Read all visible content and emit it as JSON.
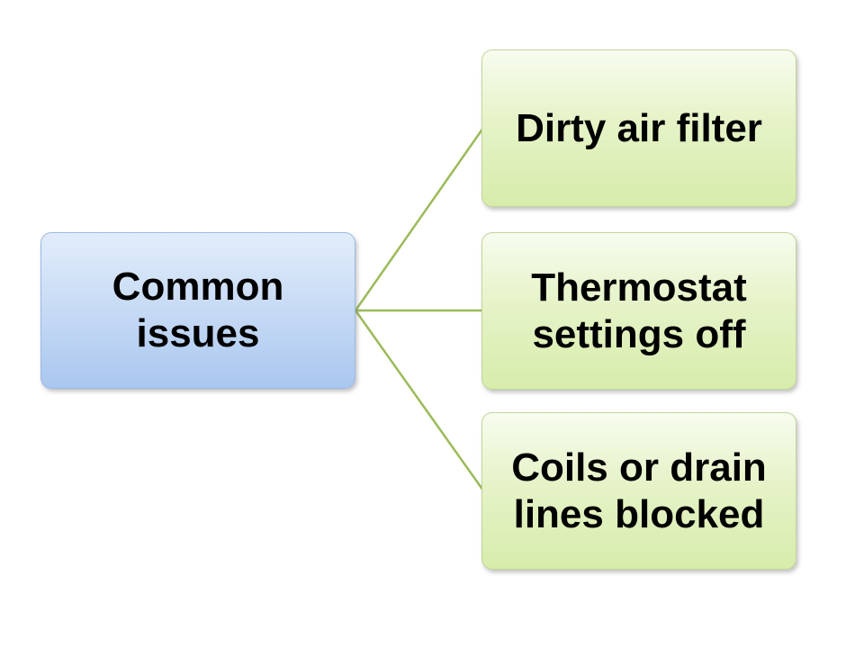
{
  "diagram": {
    "type": "hierarchy",
    "root": {
      "label": "Common issues"
    },
    "children": [
      {
        "label": "Dirty air filter"
      },
      {
        "label": "Thermostat settings off"
      },
      {
        "label": "Coils or drain lines blocked"
      }
    ],
    "colors": {
      "root_fill_top": "#e2edfb",
      "root_fill_bottom": "#aac7ef",
      "root_border": "#9cb9e6",
      "child_fill_top": "#f7fcef",
      "child_fill_bottom": "#d7ecab",
      "child_border": "#c2d69a",
      "connector": "#9bbb59",
      "text": "#000000",
      "background": "#ffffff"
    }
  }
}
